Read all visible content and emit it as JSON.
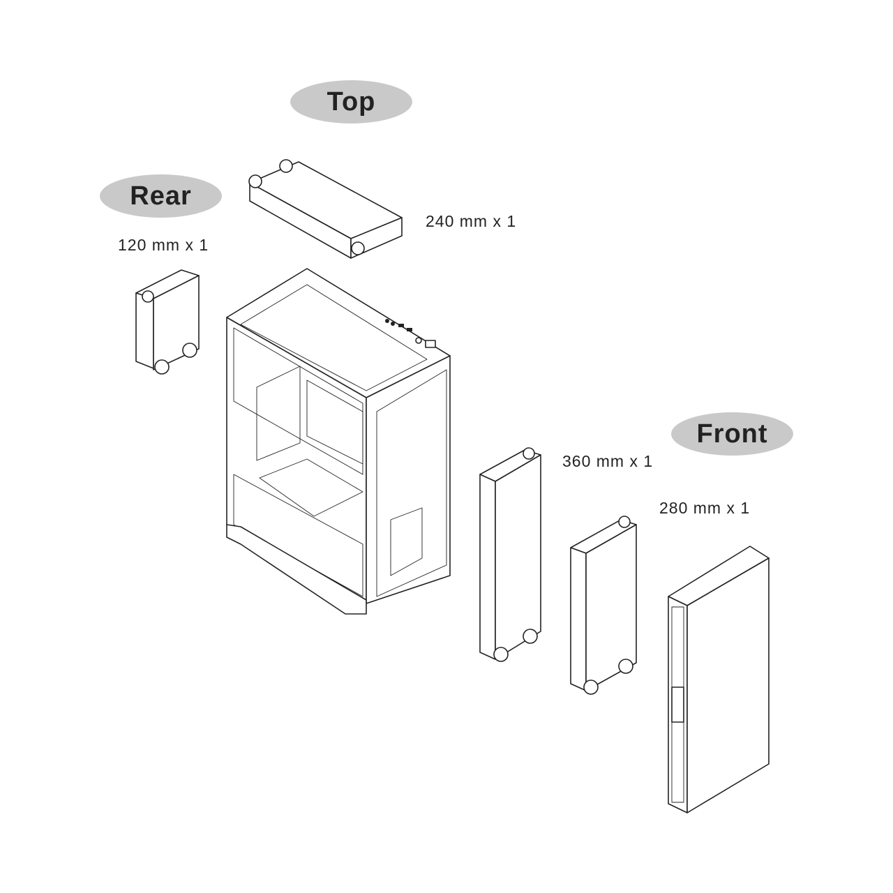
{
  "positions": {
    "top": {
      "label": "Top",
      "radiator": "240 mm x 1"
    },
    "rear": {
      "label": "Rear",
      "radiator": "120 mm x 1"
    },
    "front": {
      "label": "Front",
      "radiators": [
        "360 mm x 1",
        "280 mm x 1"
      ]
    }
  },
  "colors": {
    "pill": "#c9c9c9",
    "text": "#222222"
  }
}
